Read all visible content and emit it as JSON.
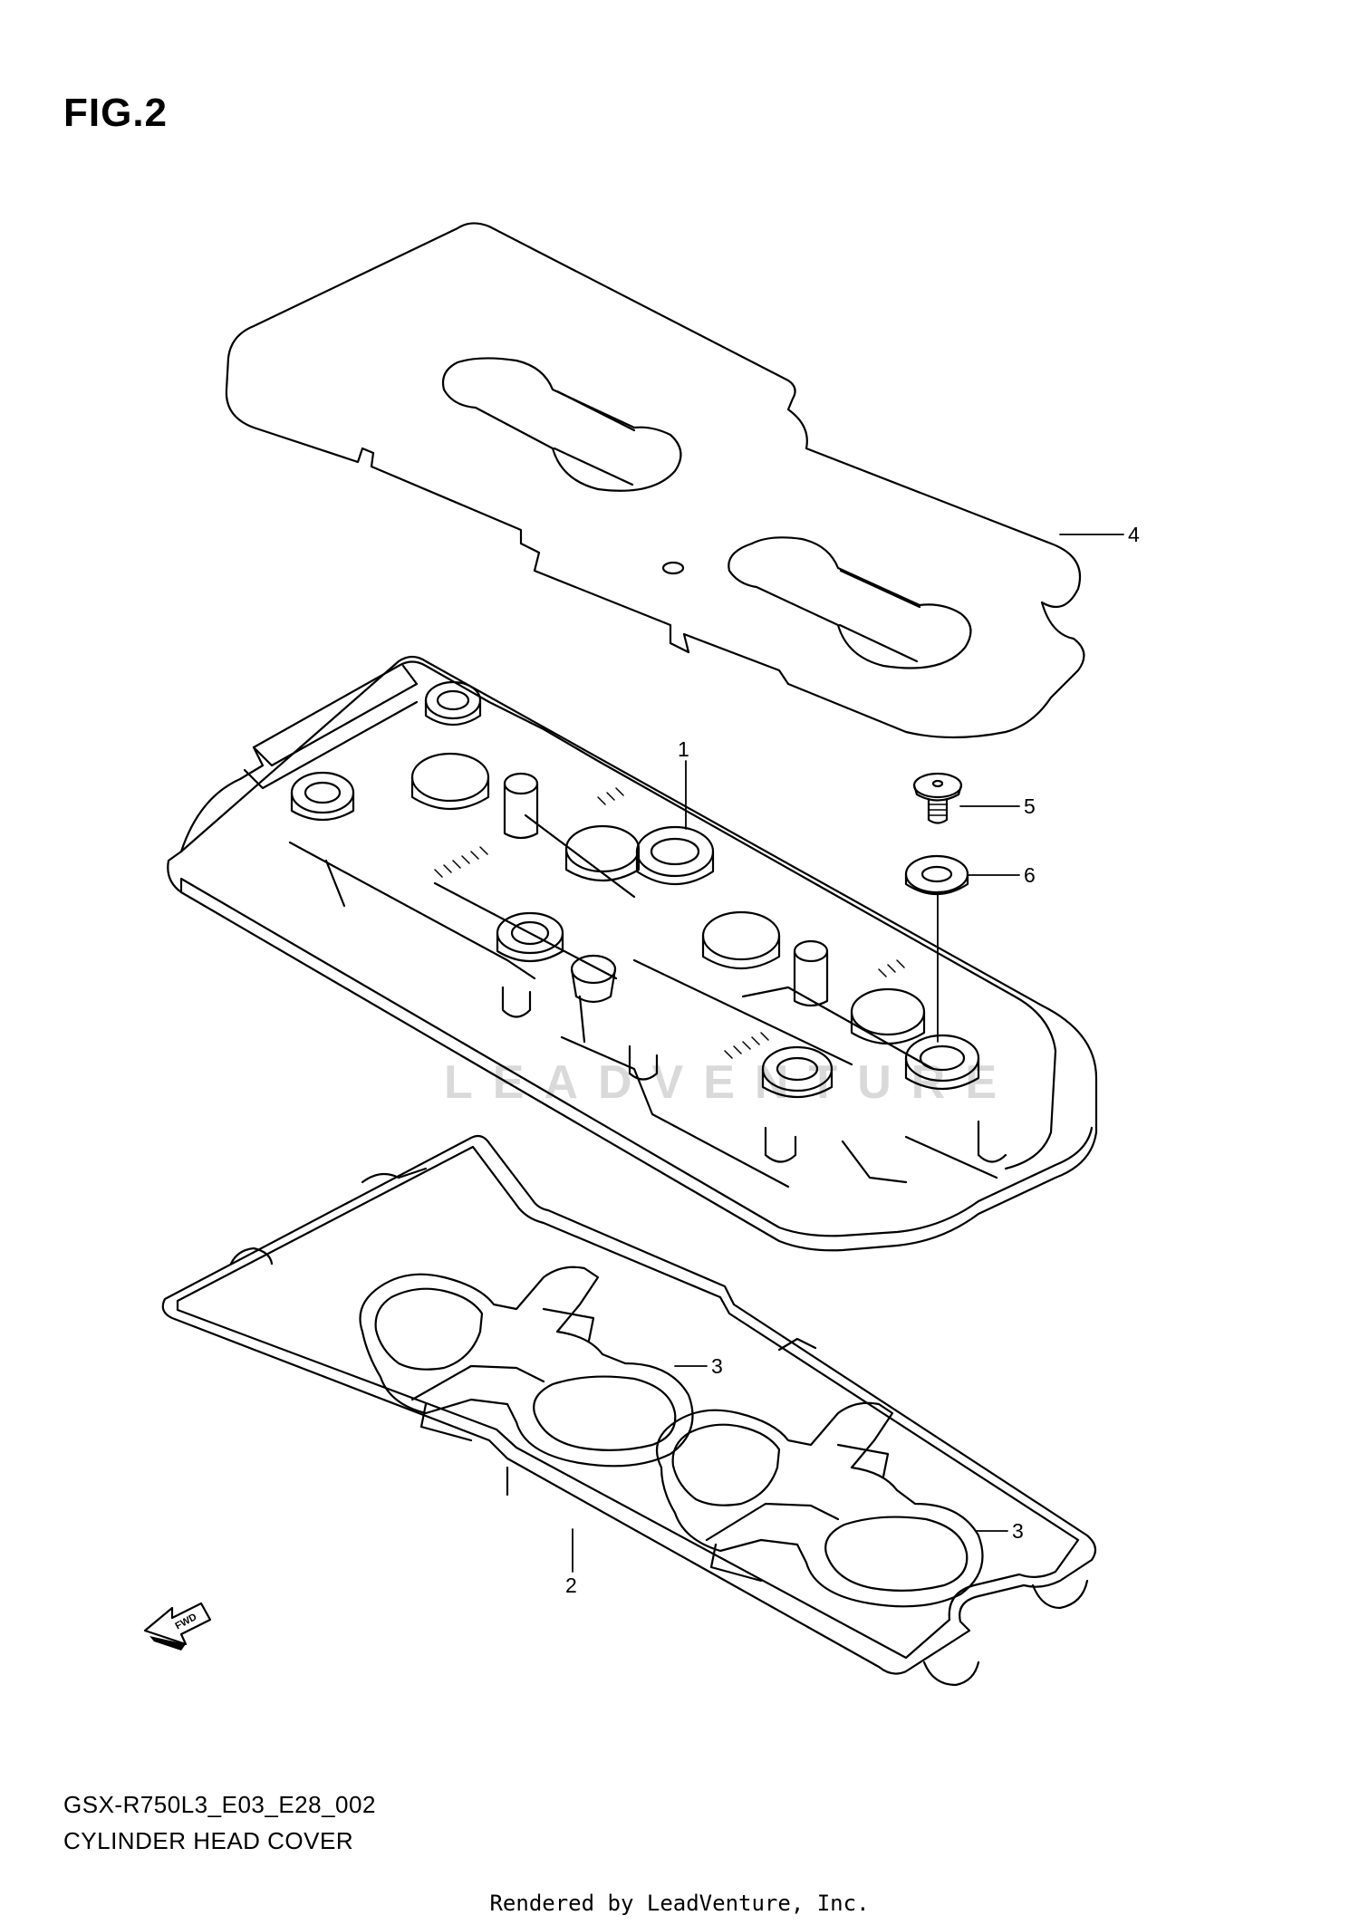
{
  "figure": {
    "label": "FIG.2",
    "diagram_code": "GSX-R750L3_E03_E28_002",
    "caption": "CYLINDER HEAD COVER",
    "credit": "Rendered by LeadVenture, Inc.",
    "watermark": "LEADVENTURE",
    "fwd_arrow_label": "FWD"
  },
  "callouts": [
    {
      "id": "1",
      "text": "1"
    },
    {
      "id": "2",
      "text": "2"
    },
    {
      "id": "3a",
      "text": "3"
    },
    {
      "id": "3b",
      "text": "3"
    },
    {
      "id": "4",
      "text": "4"
    },
    {
      "id": "5",
      "text": "5"
    },
    {
      "id": "6",
      "text": "6"
    }
  ]
}
